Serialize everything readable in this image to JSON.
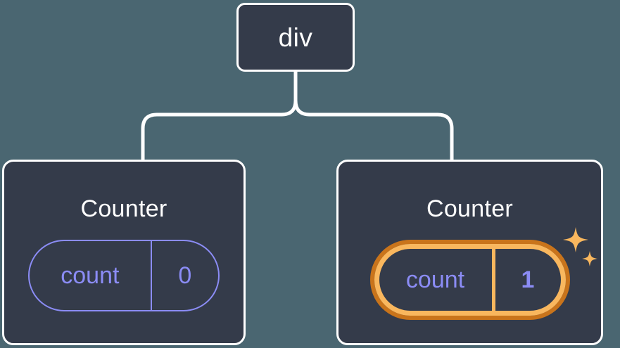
{
  "diagram": {
    "type": "component-tree",
    "background_color": "#4a6671",
    "node_fill_color": "#343b4a",
    "node_border_color": "#ffffff",
    "connector_color": "#ffffff",
    "state_color": "#8b8cf5",
    "highlight_outer_color": "#c9741b",
    "highlight_inner_color": "#f9b75e",
    "root": {
      "label": "div"
    },
    "children": [
      {
        "title": "Counter",
        "state": {
          "key": "count",
          "value": "0"
        },
        "highlighted": false,
        "sparkles": false
      },
      {
        "title": "Counter",
        "state": {
          "key": "count",
          "value": "1"
        },
        "highlighted": true,
        "sparkles": true
      }
    ]
  },
  "icons": {
    "sparkle_large": "sparkle-icon",
    "sparkle_small": "sparkle-icon"
  }
}
